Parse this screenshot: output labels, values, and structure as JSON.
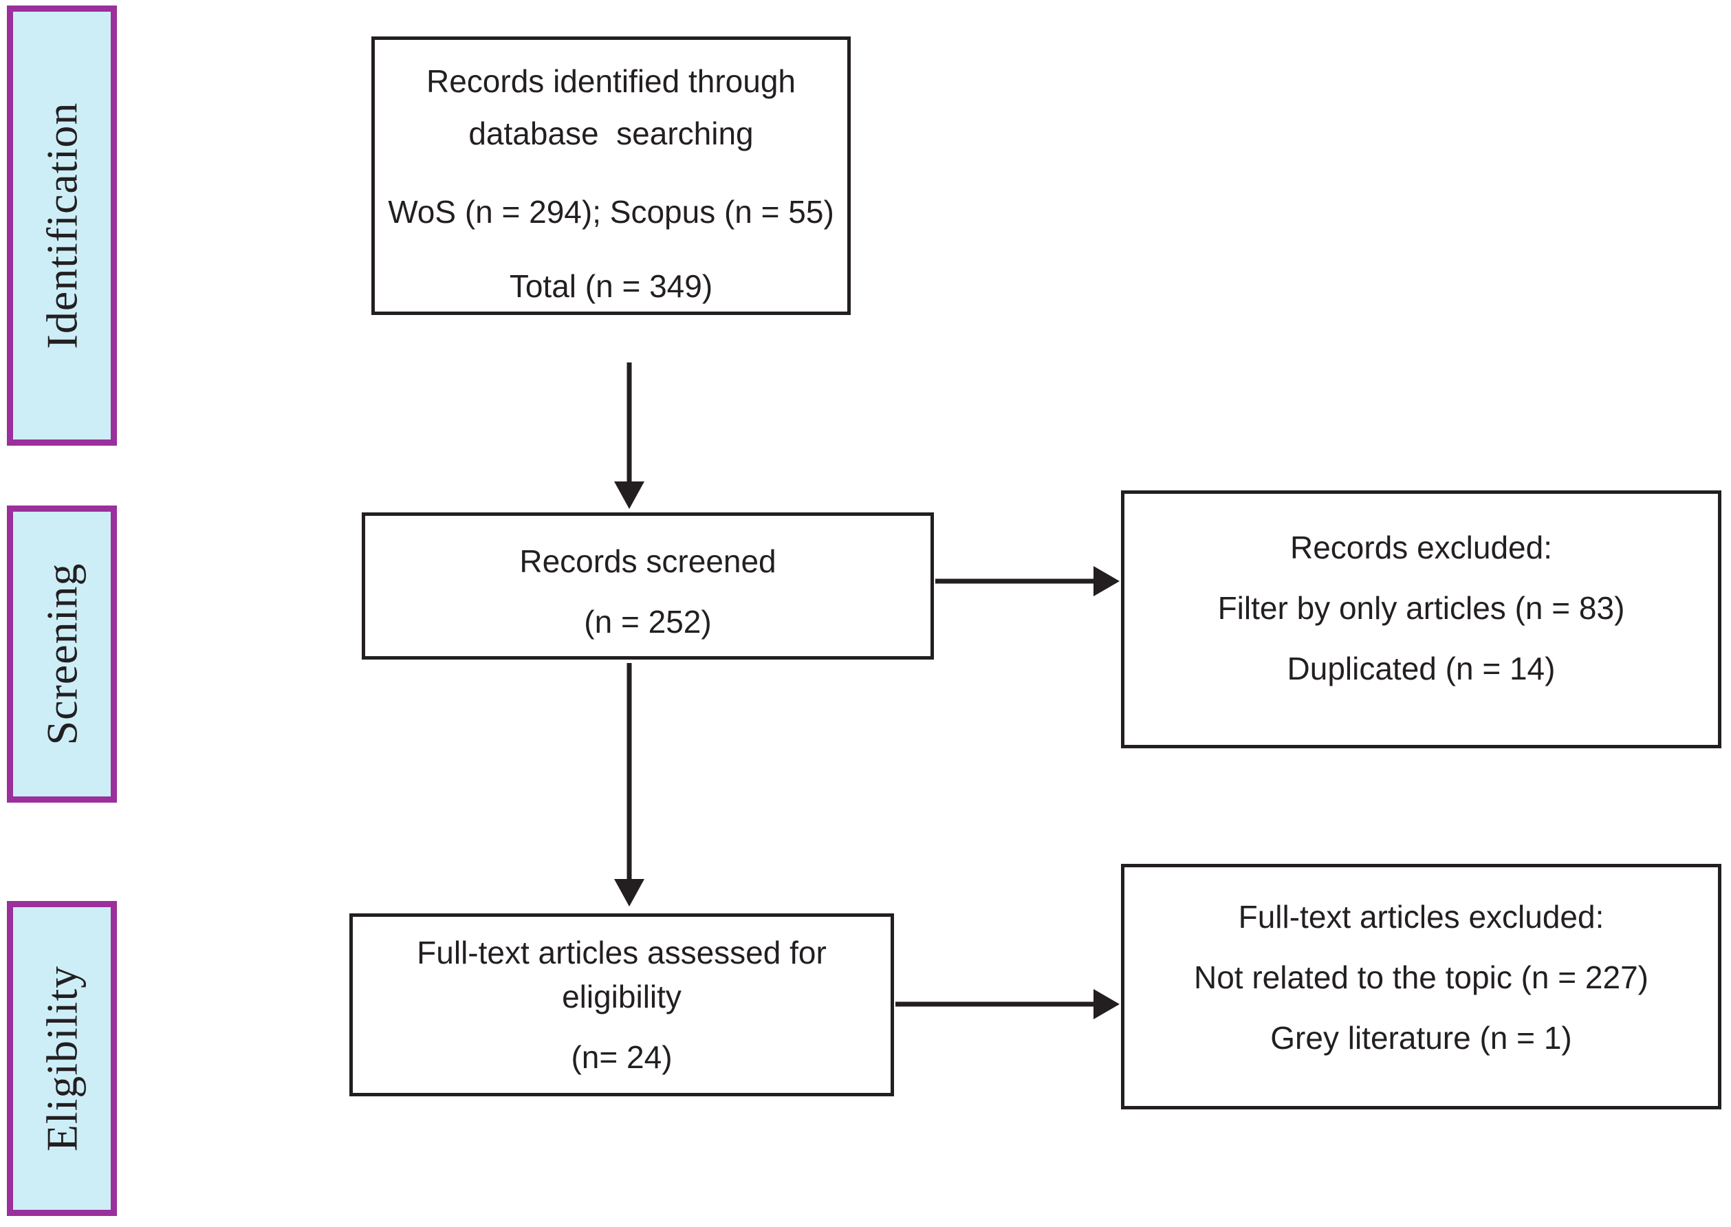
{
  "colors": {
    "background": "#ffffff",
    "stage_fill": "#cdeef7",
    "stage_border": "#9b2f9b",
    "box_border": "#231f20",
    "arrow": "#231f20",
    "text": "#231f20"
  },
  "stages": [
    {
      "label": "Identification"
    },
    {
      "label": "Screening"
    },
    {
      "label": "Eligibility"
    }
  ],
  "boxes": {
    "identified": {
      "line1": "Records identified through",
      "line2": "database  searching",
      "line3": "WoS (n = 294); Scopus (n = 55)",
      "line4": "Total (n = 349)"
    },
    "screened": {
      "line1": "Records screened",
      "line2": "(n = 252)"
    },
    "records_excluded": {
      "line1": "Records excluded:",
      "line2": "Filter by only articles (n = 83)",
      "line3": "Duplicated (n = 14)"
    },
    "fulltext_assessed": {
      "line1": "Full-text articles assessed for",
      "line2": "eligibility",
      "line3": "(n= 24)"
    },
    "fulltext_excluded": {
      "line1": "Full-text articles excluded:",
      "line2": "Not related to the topic (n = 227)",
      "line3": "Grey literature (n = 1)"
    }
  }
}
